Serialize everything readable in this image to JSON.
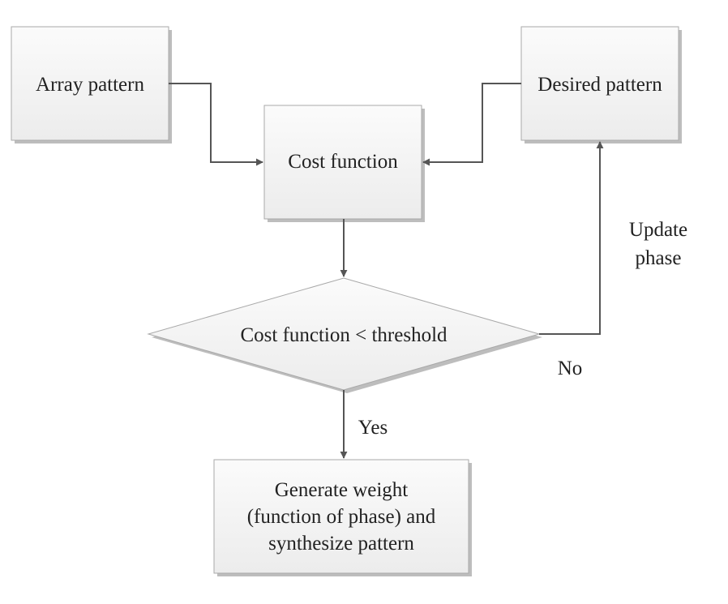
{
  "diagram": {
    "nodes": {
      "array_pattern": "Array pattern",
      "desired_pattern": "Desired pattern",
      "cost_function": "Cost function",
      "decision": "Cost function < threshold",
      "output_line1": "Generate weight",
      "output_line2": "(function of phase) and",
      "output_line3": "synthesize pattern"
    },
    "edge_labels": {
      "update_line1": "Update",
      "update_line2": "phase",
      "no": "No",
      "yes": "Yes"
    }
  }
}
